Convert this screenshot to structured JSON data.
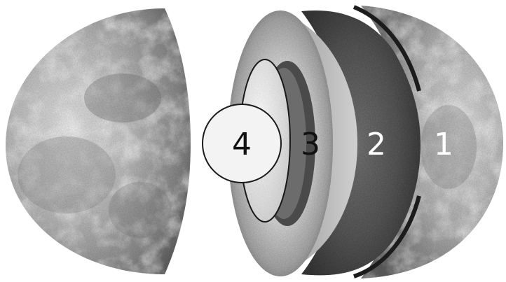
{
  "labels": {
    "crust": "1",
    "mantle": "2",
    "outer_core": "3",
    "inner_core": "4"
  },
  "colors": {
    "background": "#ffffff",
    "label_light": "#ffffff",
    "label_dark": "#111111",
    "outline": "#1a1a1a"
  }
}
